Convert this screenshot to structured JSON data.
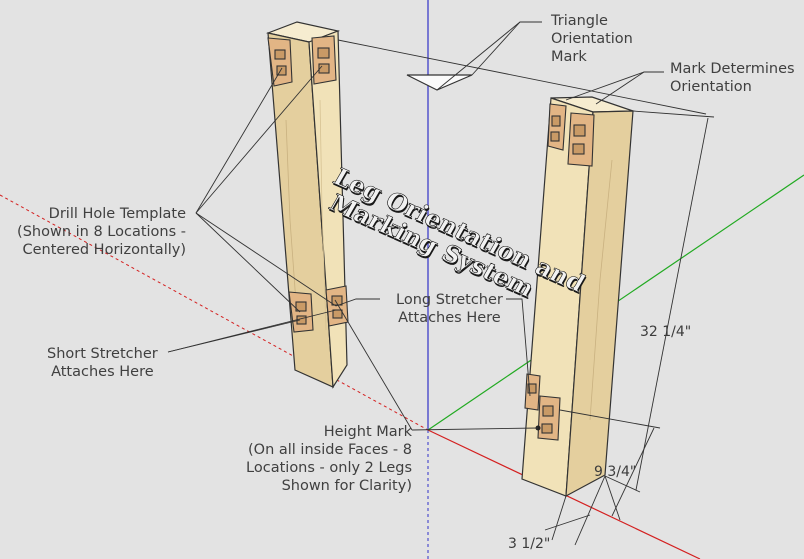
{
  "title": {
    "line1": "Leg Orientation and",
    "line2": "Marking System"
  },
  "callouts": {
    "triangle_mark": [
      "Triangle",
      "Orientation",
      "Mark"
    ],
    "mark_determines": [
      "Mark Determines",
      "Orientation"
    ],
    "drill_template": [
      "Drill Hole Template",
      "(Shown in 8 Locations -",
      "Centered Horizontally)"
    ],
    "long_stretcher": [
      "Long Stretcher",
      "Attaches Here"
    ],
    "short_stretcher": [
      "Short Stretcher",
      "Attaches Here"
    ],
    "height_mark": [
      "Height Mark",
      "(On all inside Faces - 8",
      "Locations - only 2 Legs",
      "Shown for Clarity)"
    ]
  },
  "dimensions": {
    "height": "32 1/4\"",
    "stretcher_height": "9 3/4\"",
    "leg_width": "3 1/2\""
  },
  "colors": {
    "background": "#e3e3e3",
    "wood_front": "#e4cf9e",
    "wood_side": "#f1e2b8",
    "wood_top": "#f6ecd0",
    "template": "#e2b585",
    "axis_red": "#d42020",
    "axis_green": "#22aa22",
    "axis_blue": "#3232c8"
  }
}
